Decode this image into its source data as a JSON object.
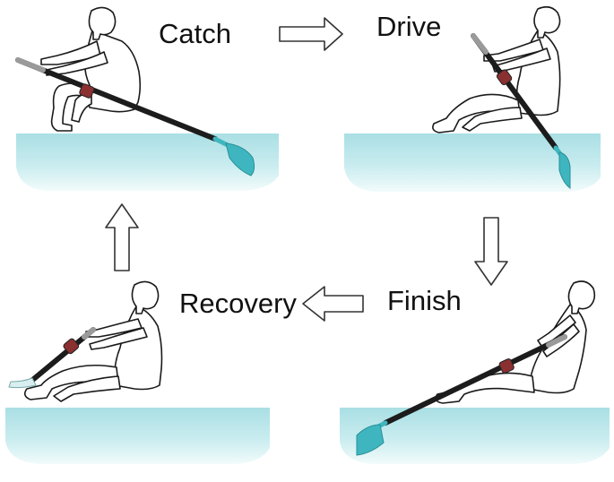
{
  "stages": {
    "catch": "Catch",
    "drive": "Drive",
    "finish": "Finish",
    "recovery": "Recovery"
  },
  "colors": {
    "water_top": "#a9dfe4",
    "water_bottom": "#e9f7f8",
    "water_edge": "#8ed3d9",
    "oar_shaft": "#1c1c1c",
    "oar_blade": "#3fb6bf",
    "oarlock": "#8a3030",
    "figure_fill": "#ffffff",
    "figure_stroke": "#1a1a1a",
    "arrow_stroke": "#333333"
  },
  "icons": {
    "arrow_catch_to_drive": "arrow-right-icon",
    "arrow_drive_to_finish": "arrow-down-icon",
    "arrow_finish_to_recovery": "arrow-left-icon",
    "arrow_recovery_to_catch": "arrow-up-icon"
  }
}
